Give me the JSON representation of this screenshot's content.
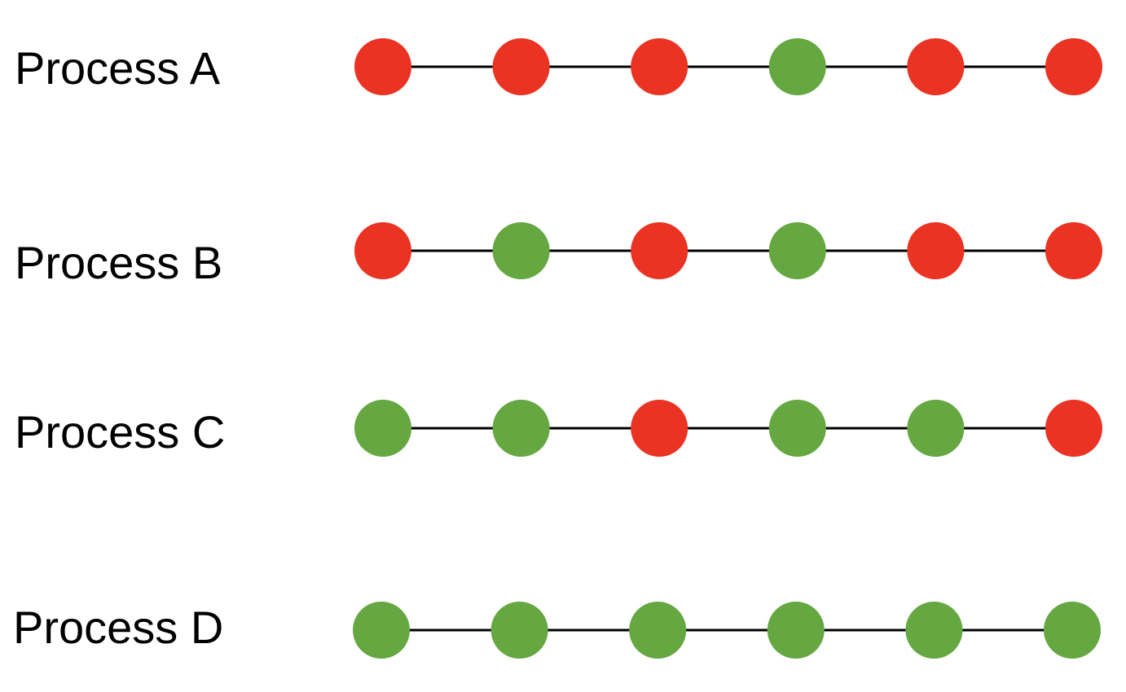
{
  "colors": {
    "fail": "#EA3323",
    "pass": "#65A741",
    "connector": "#000000",
    "background": "#FFFFFF"
  },
  "processes": [
    {
      "label": "Process A",
      "steps": [
        "fail",
        "fail",
        "fail",
        "pass",
        "fail",
        "fail"
      ]
    },
    {
      "label": "Process B",
      "steps": [
        "fail",
        "pass",
        "fail",
        "pass",
        "fail",
        "fail"
      ]
    },
    {
      "label": "Process C",
      "steps": [
        "pass",
        "pass",
        "fail",
        "pass",
        "pass",
        "fail"
      ]
    },
    {
      "label": "Process D",
      "steps": [
        "pass",
        "pass",
        "pass",
        "pass",
        "pass",
        "pass"
      ]
    }
  ]
}
